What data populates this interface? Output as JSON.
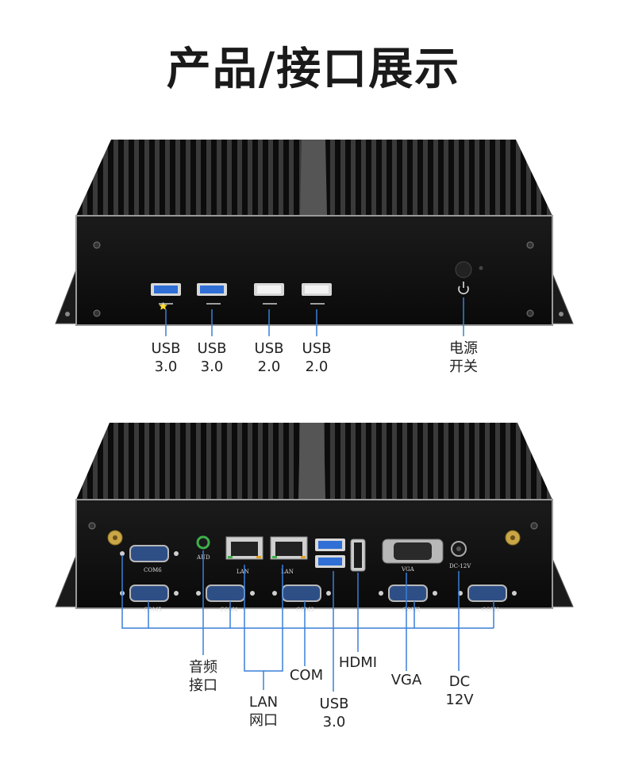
{
  "title": "产品/接口展示",
  "front_labels": {
    "usb30_a": "USB\n3.0",
    "usb30_b": "USB\n3.0",
    "usb20_a": "USB\n2.0",
    "usb20_b": "USB\n2.0",
    "power": "电源\n开关"
  },
  "rear_labels": {
    "audio": "音频\n接口",
    "com": "COM",
    "lan": "LAN\n网口",
    "usb30": "USB\n3.0",
    "hdmi": "HDMI",
    "vga": "VGA",
    "dc": "DC\n12V"
  },
  "silkscreen": {
    "com6": "COM6",
    "com5": "COM5",
    "com4": "COM4",
    "com3": "COM3",
    "com2": "COM2",
    "com1": "COM1",
    "aud": "AUD",
    "lan1": "LAN",
    "lan2": "LAN",
    "vga": "VGA",
    "dc": "DC-12V"
  },
  "colors": {
    "chassis": "#111111",
    "fins": "#2a2a2a",
    "usb3_blue": "#2f6fd6",
    "leader_blue": "#3a7fd8",
    "audio_green": "#3db04a"
  }
}
